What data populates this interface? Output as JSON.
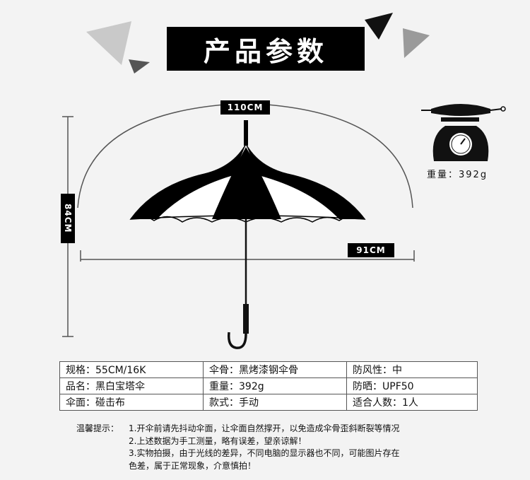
{
  "title": "产品参数",
  "dimensions": {
    "width_label": "110CM",
    "height_label": "84CM",
    "length_label": "91CM"
  },
  "weight": {
    "label": "重量：",
    "value": "392g",
    "icon": "scale-icon"
  },
  "specs": [
    [
      {
        "label": "规格：",
        "value": "55CM/16K"
      },
      {
        "label": "伞骨：",
        "value": "黑烤漆钢伞骨"
      },
      {
        "label": "防风性：",
        "value": "中"
      }
    ],
    [
      {
        "label": "品名：",
        "value": "黑白宝塔伞"
      },
      {
        "label": "重量：",
        "value": "392g"
      },
      {
        "label": "防晒：",
        "value": "UPF50"
      }
    ],
    [
      {
        "label": "伞面：",
        "value": "碰击布"
      },
      {
        "label": "款式：",
        "value": "手动"
      },
      {
        "label": "适合人数：",
        "value": "1人"
      }
    ]
  ],
  "notes": {
    "label": "温馨提示：",
    "items": [
      "1.开伞前请先抖动伞面，让伞面自然撑开，以免造成伞骨歪斜断裂等情况",
      "2.上述数据为手工测量，略有误差，望亲谅解！",
      "3.实物拍摄，由于光线的差异，不同电脑的显示器也不同，可能图片存在",
      "色差，属于正常现象，介意慎拍！"
    ]
  },
  "colors": {
    "background": "#f3f3f3",
    "black": "#000000",
    "gray_triangle": "#bdbdbd"
  }
}
